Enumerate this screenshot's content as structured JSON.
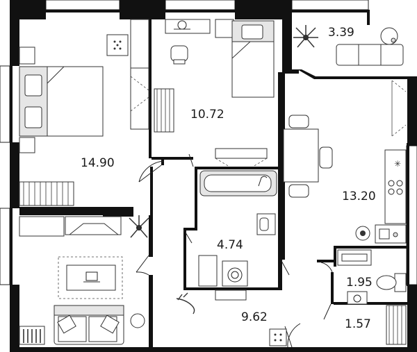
{
  "plan": {
    "rooms": [
      {
        "id": "bedroom",
        "area": "14.90"
      },
      {
        "id": "kids-room",
        "area": "10.72"
      },
      {
        "id": "balcony",
        "area": "3.39"
      },
      {
        "id": "kitchen",
        "area": "13.20"
      },
      {
        "id": "bathroom",
        "area": "4.74"
      },
      {
        "id": "hall",
        "area": "9.62"
      },
      {
        "id": "toilet",
        "area": "1.95"
      },
      {
        "id": "storage",
        "area": "1.57"
      },
      {
        "id": "living-room",
        "area": ""
      }
    ],
    "icons": [
      "plant-icon",
      "cat-icon",
      "laptop-icon",
      "stove-icon",
      "sink-icon",
      "toilet-icon",
      "bathtub-icon",
      "washing-machine-icon",
      "bed-icon",
      "sofa-icon",
      "table-icon",
      "chair-icon",
      "lamp-icon"
    ]
  }
}
